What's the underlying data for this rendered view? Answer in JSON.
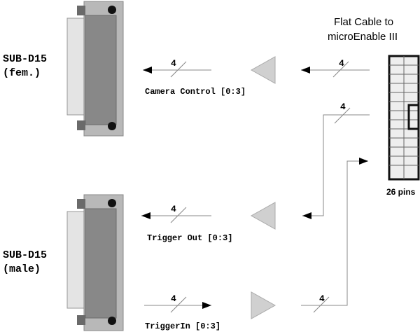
{
  "connectors": {
    "top": {
      "label_line1": "SUB-D15",
      "label_line2": "(fem.)"
    },
    "bottom": {
      "label_line1": "SUB-D15",
      "label_line2": "(male)"
    }
  },
  "flat_cable": {
    "title_line1": "Flat Cable to",
    "title_line2": "microEnable III",
    "pins_label": "26 pins"
  },
  "signals": {
    "camera_control": {
      "label": "Camera Control [0:3]",
      "bus_width": "4",
      "direction": "to-connector"
    },
    "trigger_out": {
      "label": "Trigger Out [0:3]",
      "bus_width": "4",
      "direction": "to-connector"
    },
    "trigger_in": {
      "label": "TriggerIn [0:3]",
      "bus_width": "4",
      "direction": "from-connector"
    }
  },
  "cable_buses": {
    "camera_control_width": "4",
    "trigger_out_width": "4",
    "trigger_in_width": "4"
  },
  "colors": {
    "line": "#888888",
    "arrow": "#000000",
    "buffer_fill": "#d0d0d0",
    "connector_body": "#888888",
    "connector_frame": "#b8b8b8",
    "connector_face": "#e4e4e4",
    "connector_tab": "#6a6a6a",
    "cable_fill": "#eeeeee"
  }
}
